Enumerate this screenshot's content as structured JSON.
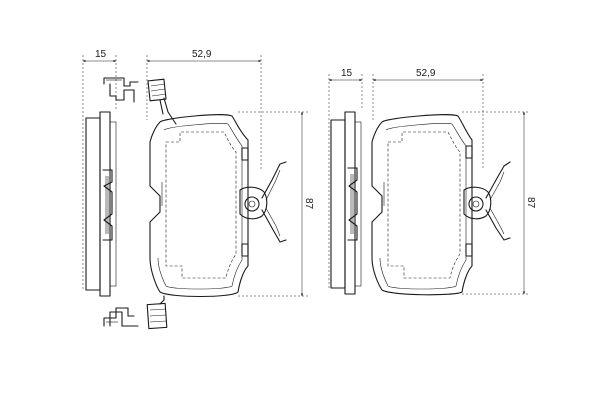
{
  "drawing": {
    "left_view": {
      "thickness_label": "15",
      "width_label": "52,9",
      "height_label": "87"
    },
    "right_view": {
      "thickness_label": "15",
      "width_label": "52,9",
      "height_label": "87"
    }
  }
}
